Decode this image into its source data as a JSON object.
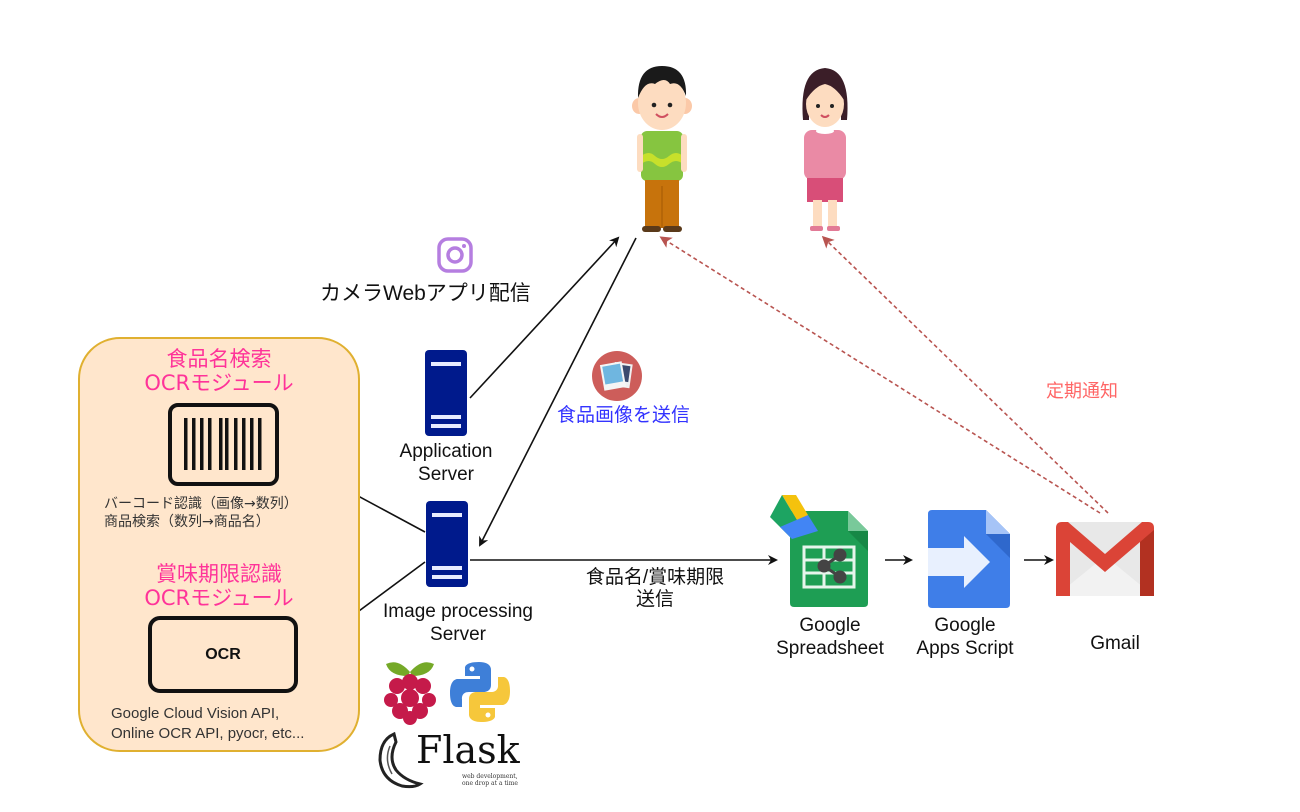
{
  "modules": {
    "barcode": {
      "title_line1": "食品名検索",
      "title_line2": "OCRモジュール",
      "desc_line1": "バーコード認識（画像→数列）",
      "desc_line2": "商品検索（数列→商品名）"
    },
    "expiry": {
      "title_line1": "賞味期限認識",
      "title_line2": "OCRモジュール",
      "box_label": "OCR",
      "desc_line1": "Google Cloud Vision API,",
      "desc_line2": "Online OCR API, pyocr, etc..."
    }
  },
  "servers": {
    "application": {
      "line1": "Application",
      "line2": "Server"
    },
    "image_processing": {
      "line1": "Image processing",
      "line2": "Server"
    }
  },
  "edge_labels": {
    "camera_app": "カメラWebアプリ配信",
    "send_image": "食品画像を送信",
    "send_food_line1": "食品名/賞味期限",
    "send_food_line2": "送信",
    "periodic_notice": "定期通知"
  },
  "services": {
    "spreadsheet": {
      "line1": "Google",
      "line2": "Spreadsheet"
    },
    "apps_script": {
      "line1": "Google",
      "line2": "Apps Script"
    },
    "gmail": {
      "line1": "Gmail"
    }
  },
  "tech_stack": {
    "flask_title": "Flask",
    "flask_tagline_1": "web development,",
    "flask_tagline_2": "one drop at a time"
  },
  "colors": {
    "module_fill": "#ffe6cc",
    "module_stroke": "#e0b030",
    "module_title": "#ff3399",
    "server": "#001a8c",
    "send_image_text": "#3333ff",
    "notice_text": "#ff6666",
    "notice_arrow": "#b85450"
  }
}
